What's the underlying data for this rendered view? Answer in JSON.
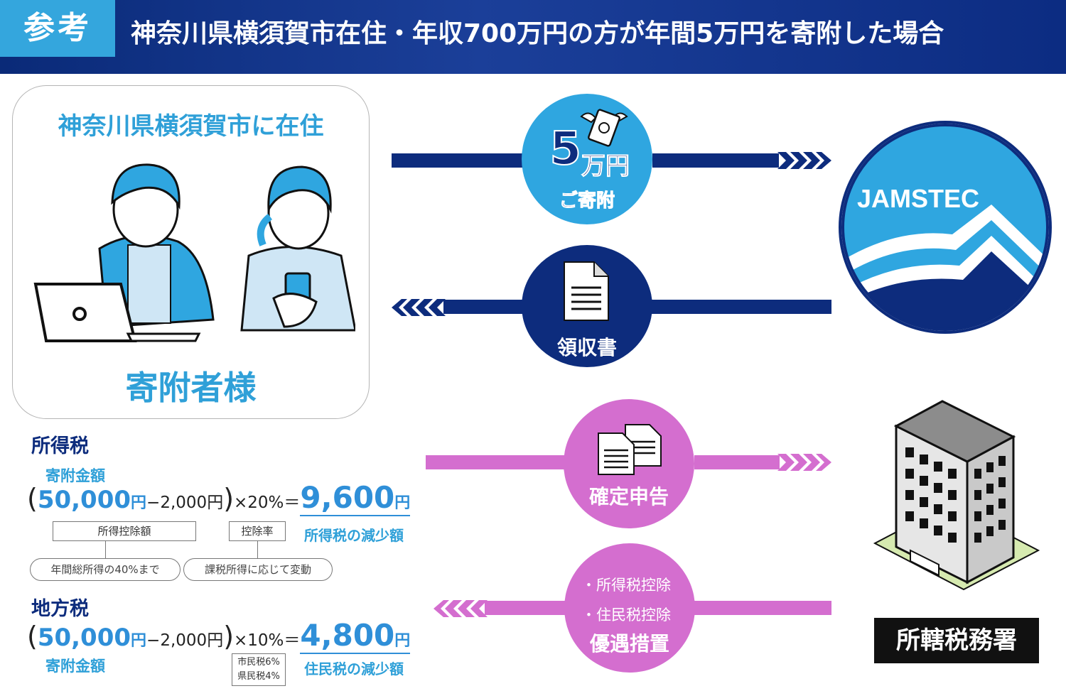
{
  "header": {
    "tag": "参考",
    "title": "神奈川県横須賀市在住・年収700万円の方が年間5万円を寄附した場合"
  },
  "donor": {
    "residence": "神奈川県横須賀市に在住",
    "title": "寄附者様"
  },
  "flows": {
    "donation": {
      "amount": "5",
      "unit": "万円",
      "caption": "ご寄附",
      "icon": "flying-money-icon"
    },
    "receipt": {
      "caption": "領収書",
      "icon": "document-icon"
    },
    "filing": {
      "caption": "確定申告",
      "icon": "documents-icon"
    },
    "preferential": {
      "items": [
        "・所得税控除",
        "・住民税控除"
      ],
      "caption": "優遇措置"
    }
  },
  "jamstec": {
    "logo_text": "JAMSTEC"
  },
  "tax_office": {
    "label": "所轄税務署"
  },
  "income_tax": {
    "title": "所得税",
    "donation_label": "寄附金額",
    "donation_amount": "50,000",
    "yen": "円",
    "minus": "−",
    "threshold": "2,000",
    "rate": "×20%",
    "equals": "＝",
    "result": "9,600",
    "result_label": "所得税の減少額",
    "deduction_box": "所得控除額",
    "rate_box": "控除率",
    "deduction_note": "年間総所得の40%まで",
    "rate_note": "課税所得に応じて変動"
  },
  "local_tax": {
    "title": "地方税",
    "donation_label": "寄附金額",
    "donation_amount": "50,000",
    "yen": "円",
    "minus": "−",
    "threshold": "2,000",
    "rate": "×10%",
    "equals": "＝",
    "result": "4,800",
    "result_label": "住民税の減少額",
    "city_rate": "市民税6%",
    "pref_rate": "県民税4%"
  },
  "colors": {
    "navy": "#0d2c7d",
    "cyan": "#2fa6e0",
    "pink": "#d46ecf",
    "result_blue": "#2f8fd8"
  }
}
